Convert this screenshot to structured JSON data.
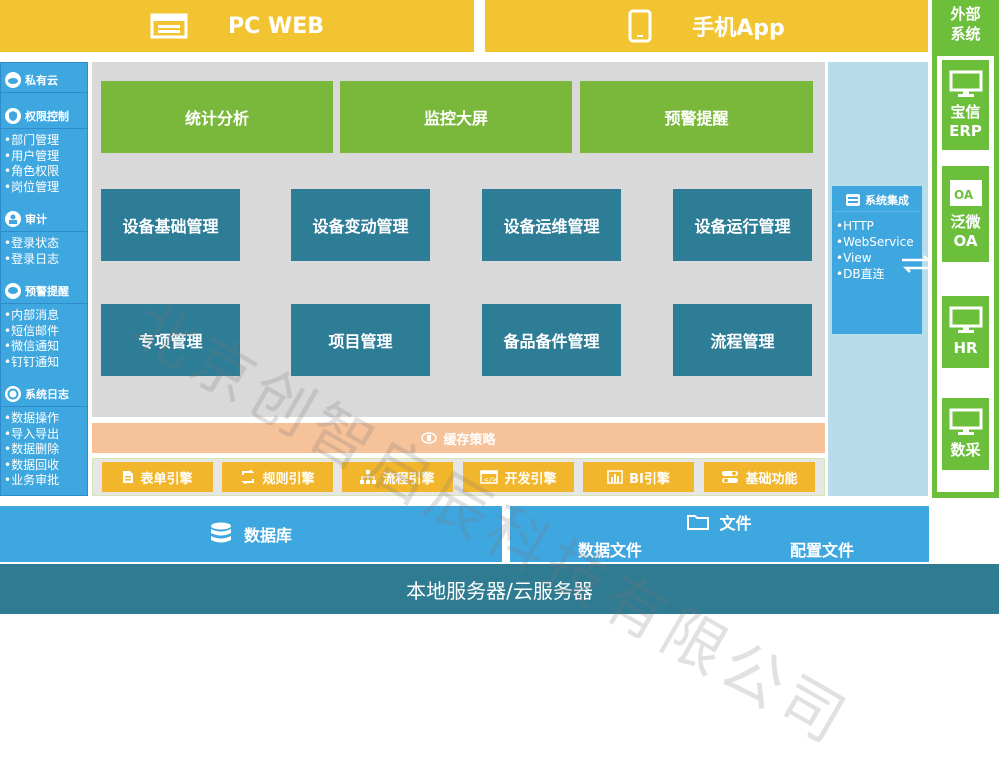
{
  "top": {
    "pc_web": "PC WEB",
    "mobile_app": "手机App"
  },
  "external": {
    "title": "外部\n系统",
    "title_line1": "外部",
    "title_line2": "系统",
    "items": [
      {
        "line1": "宝信",
        "line2": "ERP",
        "icon": "monitor-icon"
      },
      {
        "line1": "泛微",
        "line2": "OA",
        "icon": "oa-icon"
      },
      {
        "line1": "",
        "line2": "HR",
        "icon": "monitor-icon"
      },
      {
        "line1": "",
        "line2": "数采",
        "icon": "monitor-icon"
      }
    ]
  },
  "left_panel": {
    "private_cloud": "私有云",
    "permission": {
      "title": "权限控制",
      "items": [
        "•部门管理",
        "•用户管理",
        "•角色权限",
        "•岗位管理"
      ]
    },
    "audit": {
      "title": "审计",
      "items": [
        "•登录状态",
        "•登录日志"
      ]
    },
    "alert": {
      "title": "预警提醒",
      "items": [
        "•内部消息",
        "•短信邮件",
        "•微信通知",
        "•钉钉通知"
      ]
    },
    "syslog": {
      "title": "系统日志",
      "items": [
        "•数据操作",
        "•导入导出",
        "•数据删除",
        "•数据回收",
        "•业务审批"
      ]
    }
  },
  "center": {
    "green_row": [
      "统计分析",
      "监控大屏",
      "预警提醒"
    ],
    "row1": [
      "设备基础管理",
      "设备变动管理",
      "设备运维管理",
      "设备运行管理"
    ],
    "row2": [
      "专项管理",
      "项目管理",
      "备品备件管理",
      "流程管理"
    ],
    "cache": "缓存策略",
    "engines": [
      {
        "label": "表单引擎",
        "icon": "form-icon"
      },
      {
        "label": "规则引擎",
        "icon": "refresh-icon"
      },
      {
        "label": "流程引擎",
        "icon": "hierarchy-icon"
      },
      {
        "label": "开发引擎",
        "icon": "code-icon"
      },
      {
        "label": "BI引擎",
        "icon": "bar-chart-icon"
      },
      {
        "label": "基础功能",
        "icon": "toggle-icon"
      }
    ]
  },
  "integration": {
    "title": "系统集成",
    "items": [
      "•HTTP",
      "•WebService",
      "•View",
      "•DB直连"
    ]
  },
  "bottom": {
    "database": "数据库",
    "files": "文件",
    "data_files": "数据文件",
    "config_files": "配置文件",
    "server": "本地服务器/云服务器"
  },
  "watermark": "北京创智启辰科技有限公司",
  "colors": {
    "yellow": "#f2c431",
    "green": "#7ab83b",
    "ext_green": "#6cbf3a",
    "teal": "#2e7d97",
    "blue": "#3fa7e0",
    "server_teal": "#2f7b92",
    "cache": "#f5c29a"
  }
}
